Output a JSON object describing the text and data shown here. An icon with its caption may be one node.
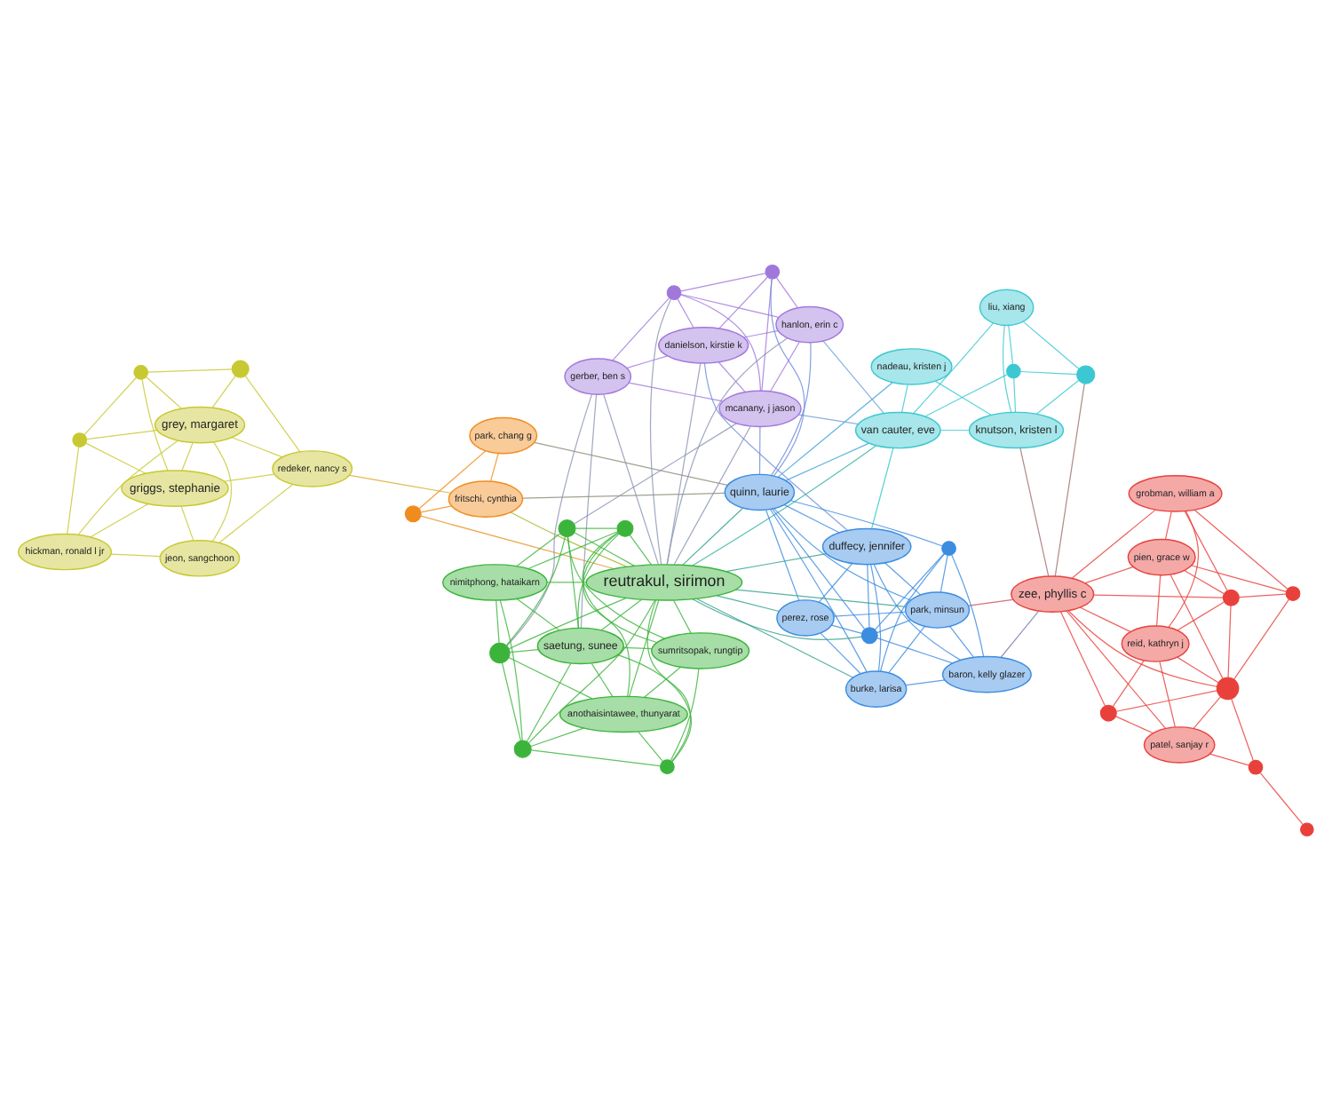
{
  "diagram": {
    "nodes": [
      {
        "text": [],
        "shape": "circle"
      },
      {
        "text": [
          "hickman, ronald l jr"
        ]
      },
      {
        "text": [
          "griggs, stephanie"
        ]
      },
      {
        "text": [],
        "shape": "circle"
      },
      {
        "text": [
          "grey, margaret"
        ]
      },
      {
        "text": [],
        "shape": "circle"
      },
      {
        "text": [
          "jeon, sangchoon"
        ]
      },
      {
        "text": [
          "redeker, nancy s"
        ]
      },
      {
        "text": [
          "fritschi, cynthia"
        ]
      },
      {
        "text": [],
        "shape": "circle"
      },
      {
        "text": [
          "park, chang g"
        ]
      },
      {
        "text": [
          "nadeau, kristen j"
        ]
      },
      {
        "text": [
          "van cauter, eve"
        ]
      },
      {
        "text": [],
        "shape": "circle"
      },
      {
        "text": [
          "knutson, kristen l"
        ]
      },
      {
        "text": [
          "liu, xiang"
        ]
      },
      {
        "text": [],
        "shape": "circle"
      },
      {
        "text": [
          "grobman, william a"
        ]
      },
      {
        "text": [
          "pien, grace w"
        ]
      },
      {
        "text": [],
        "shape": "circle"
      },
      {
        "text": [],
        "shape": "circle"
      },
      {
        "text": [
          "zee, phyllis c"
        ]
      },
      {
        "text": [
          "reid, kathryn j"
        ]
      },
      {
        "text": [],
        "shape": "circle"
      },
      {
        "text": [],
        "shape": "circle"
      },
      {
        "text": [
          "patel, sanjay r"
        ]
      },
      {
        "text": [],
        "shape": "circle"
      },
      {
        "text": [],
        "shape": "circle"
      },
      {
        "text": [
          "hanlon, erin c"
        ]
      },
      {
        "text": [
          "mcanany, j jason"
        ]
      },
      {
        "text": [],
        "shape": "circle"
      },
      {
        "text": [],
        "shape": "circle"
      },
      {
        "text": [
          "danielson, kirstie k"
        ]
      },
      {
        "text": [
          "gerber, ben s"
        ]
      },
      {
        "text": [
          "quinn, laurie"
        ]
      },
      {
        "text": [
          "duffecy, jennifer"
        ]
      },
      {
        "text": [],
        "shape": "circle"
      },
      {
        "text": [
          "baron, kelly glazer"
        ]
      },
      {
        "text": [
          "park, minsun"
        ]
      },
      {
        "text": [
          "perez, rose"
        ]
      },
      {
        "text": [],
        "shape": "circle"
      },
      {
        "text": [
          "burke, larisa"
        ]
      },
      {
        "text": [],
        "shape": "circle"
      },
      {
        "text": [
          "reutrakul, sirimon"
        ]
      },
      {
        "text": [
          "nimitphong, hataikarn"
        ]
      },
      {
        "text": [],
        "shape": "circle"
      },
      {
        "text": [
          "saetung, sunee"
        ]
      },
      {
        "text": [],
        "shape": "circle"
      },
      {
        "text": [],
        "shape": "circle"
      },
      {
        "text": [
          "anothaisintawee, thunyarat"
        ]
      },
      {
        "text": [],
        "shape": "circle"
      },
      {
        "text": [
          "sumritsopak, rungtip"
        ]
      }
    ],
    "edges": [
      {
        "from": 0,
        "to": 1,
        "arrow": "none",
        "color": "#c8c832"
      },
      {
        "from": 0,
        "to": 2,
        "arrow": "none",
        "color": "#c8c832"
      },
      {
        "from": 0,
        "to": 3,
        "arrow": "none",
        "color": "#c8c832"
      },
      {
        "from": 0,
        "to": 4,
        "arrow": "none",
        "color": "#c8c832"
      },
      {
        "from": 1,
        "to": 2,
        "arrow": "none",
        "color": "#c8c832"
      },
      {
        "from": 1,
        "to": 4,
        "arrow": "none",
        "color": "#c8c832"
      },
      {
        "from": 1,
        "to": 6,
        "arrow": "none",
        "color": "#c8c832"
      },
      {
        "from": 2,
        "to": 3,
        "arrow": "none",
        "color": "#c8c832"
      },
      {
        "from": 2,
        "to": 4,
        "arrow": "none",
        "color": "#c8c832"
      },
      {
        "from": 2,
        "to": 6,
        "arrow": "none",
        "color": "#c8c832"
      },
      {
        "from": 2,
        "to": 7,
        "arrow": "none",
        "color": "#c8c832"
      },
      {
        "from": 3,
        "to": 4,
        "arrow": "none",
        "color": "#c8c832"
      },
      {
        "from": 3,
        "to": 5,
        "arrow": "none",
        "color": "#c8c832"
      },
      {
        "from": 4,
        "to": 5,
        "arrow": "none",
        "color": "#c8c832"
      },
      {
        "from": 4,
        "to": 6,
        "arrow": "none",
        "color": "#c8c832"
      },
      {
        "from": 4,
        "to": 7,
        "arrow": "none",
        "color": "#c8c832"
      },
      {
        "from": 5,
        "to": 7,
        "arrow": "none",
        "color": "#c8c832"
      },
      {
        "from": 6,
        "to": 7,
        "arrow": "none",
        "color": "#c8c832"
      },
      {
        "from": 7,
        "to": 8,
        "arrow": "none",
        "color": "#dcaa28"
      },
      {
        "from": 8,
        "to": 9,
        "arrow": "none",
        "color": "#f08c1e"
      },
      {
        "from": 8,
        "to": 10,
        "arrow": "none",
        "color": "#f08c1e"
      },
      {
        "from": 9,
        "to": 10,
        "arrow": "none",
        "color": "#f08c1e"
      },
      {
        "from": 9,
        "to": 43,
        "arrow": "none",
        "color": "#e8962a"
      },
      {
        "from": 8,
        "to": 43,
        "arrow": "none",
        "color": "#a8b42c"
      },
      {
        "from": 8,
        "to": 34,
        "arrow": "none",
        "color": "#8c8c78"
      },
      {
        "from": 10,
        "to": 34,
        "arrow": "none",
        "color": "#8c8c78"
      },
      {
        "from": 11,
        "to": 12,
        "arrow": "none",
        "color": "#3cc8d2"
      },
      {
        "from": 11,
        "to": 14,
        "arrow": "none",
        "color": "#3cc8d2"
      },
      {
        "from": 12,
        "to": 13,
        "arrow": "none",
        "color": "#3cc8d2"
      },
      {
        "from": 12,
        "to": 14,
        "arrow": "none",
        "color": "#3cc8d2"
      },
      {
        "from": 12,
        "to": 15,
        "arrow": "none",
        "color": "#3cc8d2"
      },
      {
        "from": 13,
        "to": 14,
        "arrow": "none",
        "color": "#3cc8d2"
      },
      {
        "from": 13,
        "to": 15,
        "arrow": "none",
        "color": "#3cc8d2"
      },
      {
        "from": 14,
        "to": 15,
        "arrow": "none",
        "color": "#3cc8d2"
      },
      {
        "from": 14,
        "to": 16,
        "arrow": "none",
        "color": "#3cc8d2"
      },
      {
        "from": 15,
        "to": 16,
        "arrow": "none",
        "color": "#3cc8d2"
      },
      {
        "from": 13,
        "to": 16,
        "arrow": "none",
        "color": "#3cc8d2"
      },
      {
        "from": 14,
        "to": 21,
        "arrow": "none",
        "color": "#a07070"
      },
      {
        "from": 16,
        "to": 21,
        "arrow": "none",
        "color": "#a07070"
      },
      {
        "from": 12,
        "to": 34,
        "arrow": "none",
        "color": "#3ca0dc"
      },
      {
        "from": 11,
        "to": 34,
        "arrow": "none",
        "color": "#3ca0dc"
      },
      {
        "from": 12,
        "to": 35,
        "arrow": "none",
        "color": "#32c8c8"
      },
      {
        "from": 12,
        "to": 29,
        "arrow": "none",
        "color": "#6ea0dc"
      },
      {
        "from": 12,
        "to": 28,
        "arrow": "none",
        "color": "#6ea0dc"
      },
      {
        "from": 12,
        "to": 43,
        "arrow": "none",
        "color": "#32b4a0"
      },
      {
        "from": 17,
        "to": 18,
        "arrow": "none",
        "color": "#e8413c"
      },
      {
        "from": 17,
        "to": 19,
        "arrow": "none",
        "color": "#e8413c"
      },
      {
        "from": 17,
        "to": 20,
        "arrow": "none",
        "color": "#e8413c"
      },
      {
        "from": 17,
        "to": 21,
        "arrow": "none",
        "color": "#e8413c"
      },
      {
        "from": 17,
        "to": 22,
        "arrow": "none",
        "color": "#e8413c"
      },
      {
        "from": 18,
        "to": 19,
        "arrow": "none",
        "color": "#e8413c"
      },
      {
        "from": 18,
        "to": 20,
        "arrow": "none",
        "color": "#e8413c"
      },
      {
        "from": 18,
        "to": 21,
        "arrow": "none",
        "color": "#e8413c"
      },
      {
        "from": 18,
        "to": 22,
        "arrow": "none",
        "color": "#e8413c"
      },
      {
        "from": 18,
        "to": 23,
        "arrow": "none",
        "color": "#e8413c"
      },
      {
        "from": 19,
        "to": 20,
        "arrow": "none",
        "color": "#e8413c"
      },
      {
        "from": 19,
        "to": 23,
        "arrow": "none",
        "color": "#e8413c"
      },
      {
        "from": 20,
        "to": 21,
        "arrow": "none",
        "color": "#e8413c"
      },
      {
        "from": 20,
        "to": 22,
        "arrow": "none",
        "color": "#e8413c"
      },
      {
        "from": 20,
        "to": 23,
        "arrow": "none",
        "color": "#e8413c"
      },
      {
        "from": 21,
        "to": 22,
        "arrow": "none",
        "color": "#e8413c"
      },
      {
        "from": 21,
        "to": 23,
        "arrow": "none",
        "color": "#e8413c"
      },
      {
        "from": 21,
        "to": 24,
        "arrow": "none",
        "color": "#e8413c"
      },
      {
        "from": 21,
        "to": 25,
        "arrow": "none",
        "color": "#e8413c"
      },
      {
        "from": 22,
        "to": 23,
        "arrow": "none",
        "color": "#e8413c"
      },
      {
        "from": 22,
        "to": 24,
        "arrow": "none",
        "color": "#e8413c"
      },
      {
        "from": 22,
        "to": 25,
        "arrow": "none",
        "color": "#e8413c"
      },
      {
        "from": 23,
        "to": 24,
        "arrow": "none",
        "color": "#e8413c"
      },
      {
        "from": 23,
        "to": 25,
        "arrow": "none",
        "color": "#e8413c"
      },
      {
        "from": 24,
        "to": 25,
        "arrow": "none",
        "color": "#e8413c"
      },
      {
        "from": 25,
        "to": 26,
        "arrow": "none",
        "color": "#e8413c"
      },
      {
        "from": 23,
        "to": 26,
        "arrow": "none",
        "color": "#e8413c"
      },
      {
        "from": 26,
        "to": 27,
        "arrow": "none",
        "color": "#e8413c"
      },
      {
        "from": 21,
        "to": 37,
        "arrow": "none",
        "color": "#7878b4"
      },
      {
        "from": 21,
        "to": 38,
        "arrow": "none",
        "color": "#c85064"
      },
      {
        "from": 28,
        "to": 29,
        "arrow": "none",
        "color": "#a078dc"
      },
      {
        "from": 28,
        "to": 30,
        "arrow": "none",
        "color": "#a078dc"
      },
      {
        "from": 28,
        "to": 31,
        "arrow": "none",
        "color": "#a078dc"
      },
      {
        "from": 28,
        "to": 32,
        "arrow": "none",
        "color": "#a078dc"
      },
      {
        "from": 29,
        "to": 30,
        "arrow": "none",
        "color": "#a078dc"
      },
      {
        "from": 29,
        "to": 31,
        "arrow": "none",
        "color": "#a078dc"
      },
      {
        "from": 29,
        "to": 32,
        "arrow": "none",
        "color": "#a078dc"
      },
      {
        "from": 30,
        "to": 31,
        "arrow": "none",
        "color": "#a078dc"
      },
      {
        "from": 30,
        "to": 32,
        "arrow": "none",
        "color": "#a078dc"
      },
      {
        "from": 31,
        "to": 32,
        "arrow": "none",
        "color": "#a078dc"
      },
      {
        "from": 29,
        "to": 33,
        "arrow": "none",
        "color": "#a078dc"
      },
      {
        "from": 31,
        "to": 33,
        "arrow": "none",
        "color": "#a078dc"
      },
      {
        "from": 32,
        "to": 33,
        "arrow": "none",
        "color": "#a078dc"
      },
      {
        "from": 28,
        "to": 34,
        "arrow": "none",
        "color": "#6e8cdc"
      },
      {
        "from": 29,
        "to": 34,
        "arrow": "none",
        "color": "#6e8cdc"
      },
      {
        "from": 30,
        "to": 34,
        "arrow": "none",
        "color": "#6e8cdc"
      },
      {
        "from": 32,
        "to": 35,
        "arrow": "none",
        "color": "#6e8cdc"
      },
      {
        "from": 28,
        "to": 43,
        "arrow": "none",
        "color": "#8c96b4"
      },
      {
        "from": 29,
        "to": 43,
        "arrow": "none",
        "color": "#8c96b4"
      },
      {
        "from": 31,
        "to": 43,
        "arrow": "none",
        "color": "#8c96b4"
      },
      {
        "from": 32,
        "to": 43,
        "arrow": "none",
        "color": "#8c96b4"
      },
      {
        "from": 33,
        "to": 43,
        "arrow": "none",
        "color": "#8c96b4"
      },
      {
        "from": 33,
        "to": 42,
        "arrow": "none",
        "color": "#8c96b4"
      },
      {
        "from": 33,
        "to": 46,
        "arrow": "none",
        "color": "#8c96b4"
      },
      {
        "from": 29,
        "to": 45,
        "arrow": "none",
        "color": "#8c96b4"
      },
      {
        "from": 34,
        "to": 35,
        "arrow": "none",
        "color": "#3c8ce0"
      },
      {
        "from": 34,
        "to": 36,
        "arrow": "none",
        "color": "#3c8ce0"
      },
      {
        "from": 34,
        "to": 38,
        "arrow": "none",
        "color": "#3c8ce0"
      },
      {
        "from": 34,
        "to": 39,
        "arrow": "none",
        "color": "#3c8ce0"
      },
      {
        "from": 34,
        "to": 40,
        "arrow": "none",
        "color": "#3c8ce0"
      },
      {
        "from": 34,
        "to": 41,
        "arrow": "none",
        "color": "#3c8ce0"
      },
      {
        "from": 35,
        "to": 36,
        "arrow": "none",
        "color": "#3c8ce0"
      },
      {
        "from": 35,
        "to": 37,
        "arrow": "none",
        "color": "#3c8ce0"
      },
      {
        "from": 35,
        "to": 38,
        "arrow": "none",
        "color": "#3c8ce0"
      },
      {
        "from": 35,
        "to": 39,
        "arrow": "none",
        "color": "#3c8ce0"
      },
      {
        "from": 35,
        "to": 41,
        "arrow": "none",
        "color": "#3c8ce0"
      },
      {
        "from": 36,
        "to": 37,
        "arrow": "none",
        "color": "#3c8ce0"
      },
      {
        "from": 36,
        "to": 38,
        "arrow": "none",
        "color": "#3c8ce0"
      },
      {
        "from": 36,
        "to": 39,
        "arrow": "none",
        "color": "#3c8ce0"
      },
      {
        "from": 36,
        "to": 40,
        "arrow": "none",
        "color": "#3c8ce0"
      },
      {
        "from": 37,
        "to": 38,
        "arrow": "none",
        "color": "#3c8ce0"
      },
      {
        "from": 37,
        "to": 40,
        "arrow": "none",
        "color": "#3c8ce0"
      },
      {
        "from": 37,
        "to": 41,
        "arrow": "none",
        "color": "#3c8ce0"
      },
      {
        "from": 38,
        "to": 39,
        "arrow": "none",
        "color": "#3c8ce0"
      },
      {
        "from": 38,
        "to": 40,
        "arrow": "none",
        "color": "#3c8ce0"
      },
      {
        "from": 38,
        "to": 41,
        "arrow": "none",
        "color": "#3c8ce0"
      },
      {
        "from": 39,
        "to": 41,
        "arrow": "none",
        "color": "#3c8ce0"
      },
      {
        "from": 40,
        "to": 41,
        "arrow": "none",
        "color": "#3c8ce0"
      },
      {
        "from": 43,
        "to": 34,
        "arrow": "none",
        "color": "#32a08c"
      },
      {
        "from": 43,
        "to": 35,
        "arrow": "none",
        "color": "#32a08c"
      },
      {
        "from": 43,
        "to": 36,
        "arrow": "none",
        "color": "#32a08c"
      },
      {
        "from": 43,
        "to": 38,
        "arrow": "none",
        "color": "#32a08c"
      },
      {
        "from": 43,
        "to": 39,
        "arrow": "none",
        "color": "#32a08c"
      },
      {
        "from": 43,
        "to": 41,
        "arrow": "none",
        "color": "#32a08c"
      },
      {
        "from": 43,
        "to": 42,
        "arrow": "none"
      },
      {
        "from": 43,
        "to": 44,
        "arrow": "none"
      },
      {
        "from": 43,
        "to": 45,
        "arrow": "none"
      },
      {
        "from": 43,
        "to": 46,
        "arrow": "none"
      },
      {
        "from": 43,
        "to": 47,
        "arrow": "none"
      },
      {
        "from": 43,
        "to": 48,
        "arrow": "none"
      },
      {
        "from": 43,
        "to": 49,
        "arrow": "none"
      },
      {
        "from": 43,
        "to": 50,
        "arrow": "none"
      },
      {
        "from": 43,
        "to": 51,
        "arrow": "none"
      },
      {
        "from": 42,
        "to": 44,
        "arrow": "none"
      },
      {
        "from": 42,
        "to": 45,
        "arrow": "none"
      },
      {
        "from": 42,
        "to": 46,
        "arrow": "none"
      },
      {
        "from": 42,
        "to": 47,
        "arrow": "none"
      },
      {
        "from": 42,
        "to": 49,
        "arrow": "none"
      },
      {
        "from": 44,
        "to": 45,
        "arrow": "none"
      },
      {
        "from": 44,
        "to": 46,
        "arrow": "none"
      },
      {
        "from": 44,
        "to": 47,
        "arrow": "none"
      },
      {
        "from": 44,
        "to": 48,
        "arrow": "none"
      },
      {
        "from": 45,
        "to": 46,
        "arrow": "none"
      },
      {
        "from": 45,
        "to": 48,
        "arrow": "none"
      },
      {
        "from": 45,
        "to": 51,
        "arrow": "none"
      },
      {
        "from": 46,
        "to": 47,
        "arrow": "none"
      },
      {
        "from": 46,
        "to": 48,
        "arrow": "none"
      },
      {
        "from": 46,
        "to": 49,
        "arrow": "none"
      },
      {
        "from": 46,
        "to": 50,
        "arrow": "none"
      },
      {
        "from": 46,
        "to": 51,
        "arrow": "none"
      },
      {
        "from": 47,
        "to": 49,
        "arrow": "none"
      },
      {
        "from": 47,
        "to": 50,
        "arrow": "none"
      },
      {
        "from": 48,
        "to": 49,
        "arrow": "none"
      },
      {
        "from": 48,
        "to": 51,
        "arrow": "none"
      },
      {
        "from": 49,
        "to": 50,
        "arrow": "none"
      },
      {
        "from": 49,
        "to": 51,
        "arrow": "none"
      },
      {
        "from": 50,
        "to": 51,
        "arrow": "none"
      }
    ]
  }
}
